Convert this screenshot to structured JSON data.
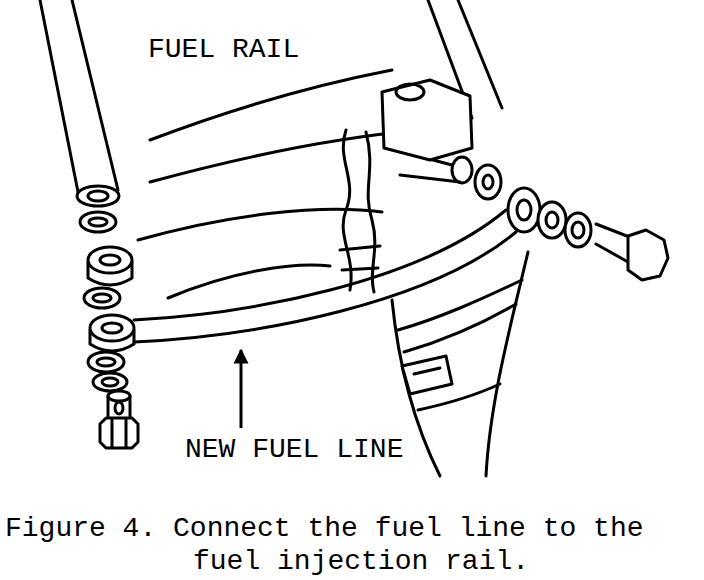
{
  "diagram": {
    "caption": "Figure 4. Connect the fuel line to the fuel injection rail.",
    "labels": [
      "FUEL RAIL",
      "NEW FUEL LINE"
    ]
  }
}
